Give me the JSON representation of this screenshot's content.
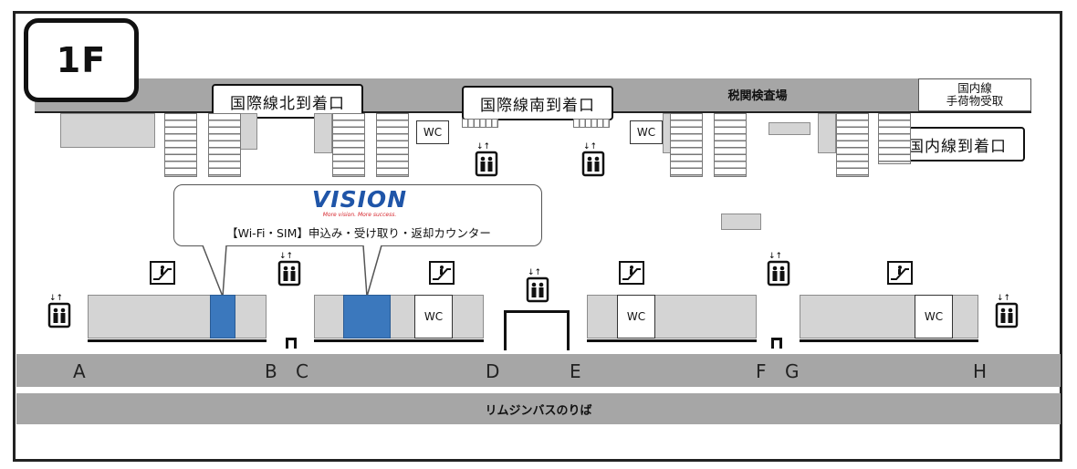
{
  "floor": "1F",
  "labels": {
    "intl_north": "国際線北到着口",
    "intl_south": "国際線南到着口",
    "domestic_arrival": "国内線到着口",
    "customs": "税関検査場",
    "domestic_baggage_line1": "国内線",
    "domestic_baggage_line2": "手荷物受取",
    "bus_stop": "リムジンバスのりば",
    "wc": "WC"
  },
  "callout": {
    "brand_logo": "VISION",
    "brand_tagline": "More vision. More success.",
    "text": "【Wi-Fi・SIM】申込み・受け取り・返却カウンター"
  },
  "gates": [
    "A",
    "B",
    "C",
    "D",
    "E",
    "F",
    "G",
    "H"
  ],
  "colors": {
    "counter_blue": "#3b78bd",
    "brand_blue": "#1f55a8",
    "brand_red": "#d6262d",
    "band_gray": "#a6a6a6",
    "area_gray": "#d4d4d4"
  },
  "icons": [
    "elevator-icon",
    "escalator-icon",
    "stairs",
    "wc"
  ]
}
